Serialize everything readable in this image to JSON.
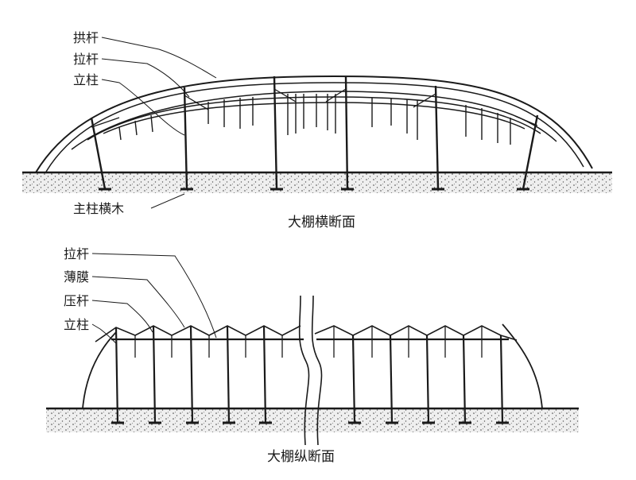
{
  "cross_section": {
    "caption": "大棚横断面",
    "labels": {
      "arch_bar": "拱杆",
      "tie_bar": "拉杆",
      "post": "立柱",
      "main_post_crossbar": "主柱横木"
    }
  },
  "longitudinal_section": {
    "caption": "大棚纵断面",
    "labels": {
      "tie_bar": "拉杆",
      "film": "薄膜",
      "pressing_bar": "压杆",
      "post": "立柱"
    }
  },
  "colors": {
    "ink": "#1a1a1a",
    "ground_dot": "#3a3a3a",
    "ground_fill": "#ebebeb"
  }
}
